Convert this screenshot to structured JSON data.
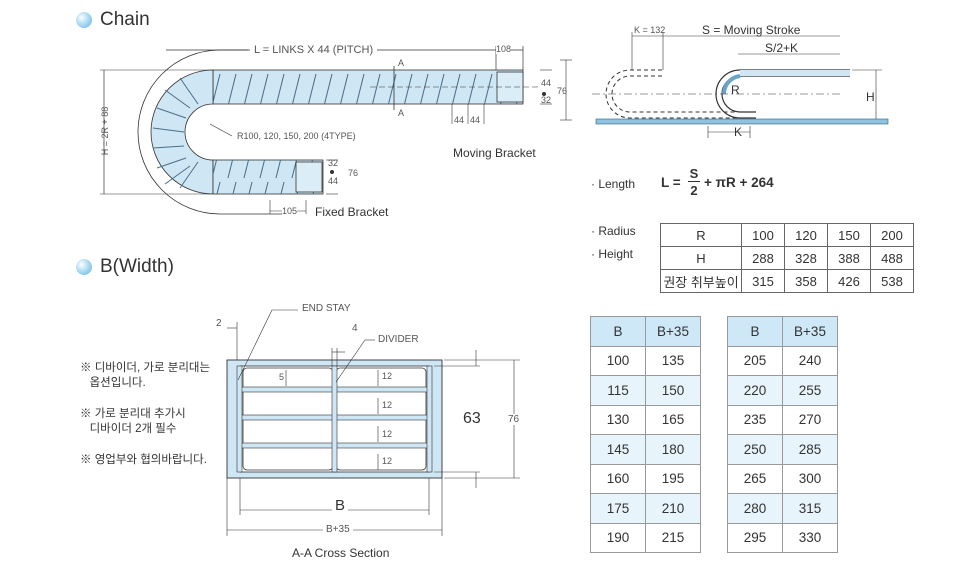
{
  "sections": {
    "chain_title": "Chain",
    "width_title": "B(Width)"
  },
  "chain_drawing": {
    "length_label": "L = LINKS X 44 (PITCH)",
    "dim_108": "108",
    "section_mark_a": "A",
    "dim_44_top": "44",
    "dim_32_top": "32",
    "dim_76_top": "76",
    "pitch_44_a": "44",
    "pitch_44_b": "44",
    "height_label": "H = 2R + 88",
    "radius_label": "R100, 120, 150, 200 (4TYPE)",
    "dim_32_bottom": "32",
    "dim_44_bottom": "44",
    "dim_76_bottom": "76",
    "dim_105": "105",
    "fixed_bracket": "Fixed Bracket",
    "moving_bracket": "Moving Bracket"
  },
  "stroke_drawing": {
    "k_label": "K = 132",
    "moving_stroke": "S = Moving Stroke",
    "half_stroke": "S/2+K",
    "r_label": "R",
    "h_label": "H",
    "k_bottom": "K"
  },
  "formula": {
    "length_label": "· Length",
    "lhs": "L =",
    "numerator": "S",
    "denominator": "2",
    "rest": "+ πR + 264"
  },
  "radius_height": {
    "radius_label": "· Radius",
    "height_label": "· Height",
    "rows": [
      {
        "label": "R",
        "values": [
          "100",
          "120",
          "150",
          "200"
        ]
      },
      {
        "label": "H",
        "values": [
          "288",
          "328",
          "388",
          "488"
        ]
      },
      {
        "label": "권장 취부높이",
        "values": [
          "315",
          "358",
          "426",
          "538"
        ]
      }
    ]
  },
  "cross_section": {
    "end_stay": "END  STAY",
    "divider": "DIVIDER",
    "dim_2": "2",
    "dim_4": "4",
    "dim_5": "5",
    "dim_12a": "12",
    "dim_12b": "12",
    "dim_12c": "12",
    "dim_12d": "12",
    "dim_63": "63",
    "dim_76": "76",
    "b_label": "B",
    "b35_label": "B+35",
    "caption": "A-A Cross Section"
  },
  "notes": [
    "※ 디바이더, 가로 분리대는\n   옵션입니다.",
    "※ 가로 분리대 추가시\n   디바이더 2개 필수",
    "※ 영업부와 협의바랍니다."
  ],
  "width_table_left": {
    "headers": [
      "B",
      "B+35"
    ],
    "rows": [
      [
        "100",
        "135"
      ],
      [
        "115",
        "150"
      ],
      [
        "130",
        "165"
      ],
      [
        "145",
        "180"
      ],
      [
        "160",
        "195"
      ],
      [
        "175",
        "210"
      ],
      [
        "190",
        "215"
      ]
    ]
  },
  "width_table_right": {
    "headers": [
      "B",
      "B+35"
    ],
    "rows": [
      [
        "205",
        "240"
      ],
      [
        "220",
        "255"
      ],
      [
        "235",
        "270"
      ],
      [
        "250",
        "285"
      ],
      [
        "265",
        "300"
      ],
      [
        "280",
        "315"
      ],
      [
        "295",
        "330"
      ]
    ]
  }
}
